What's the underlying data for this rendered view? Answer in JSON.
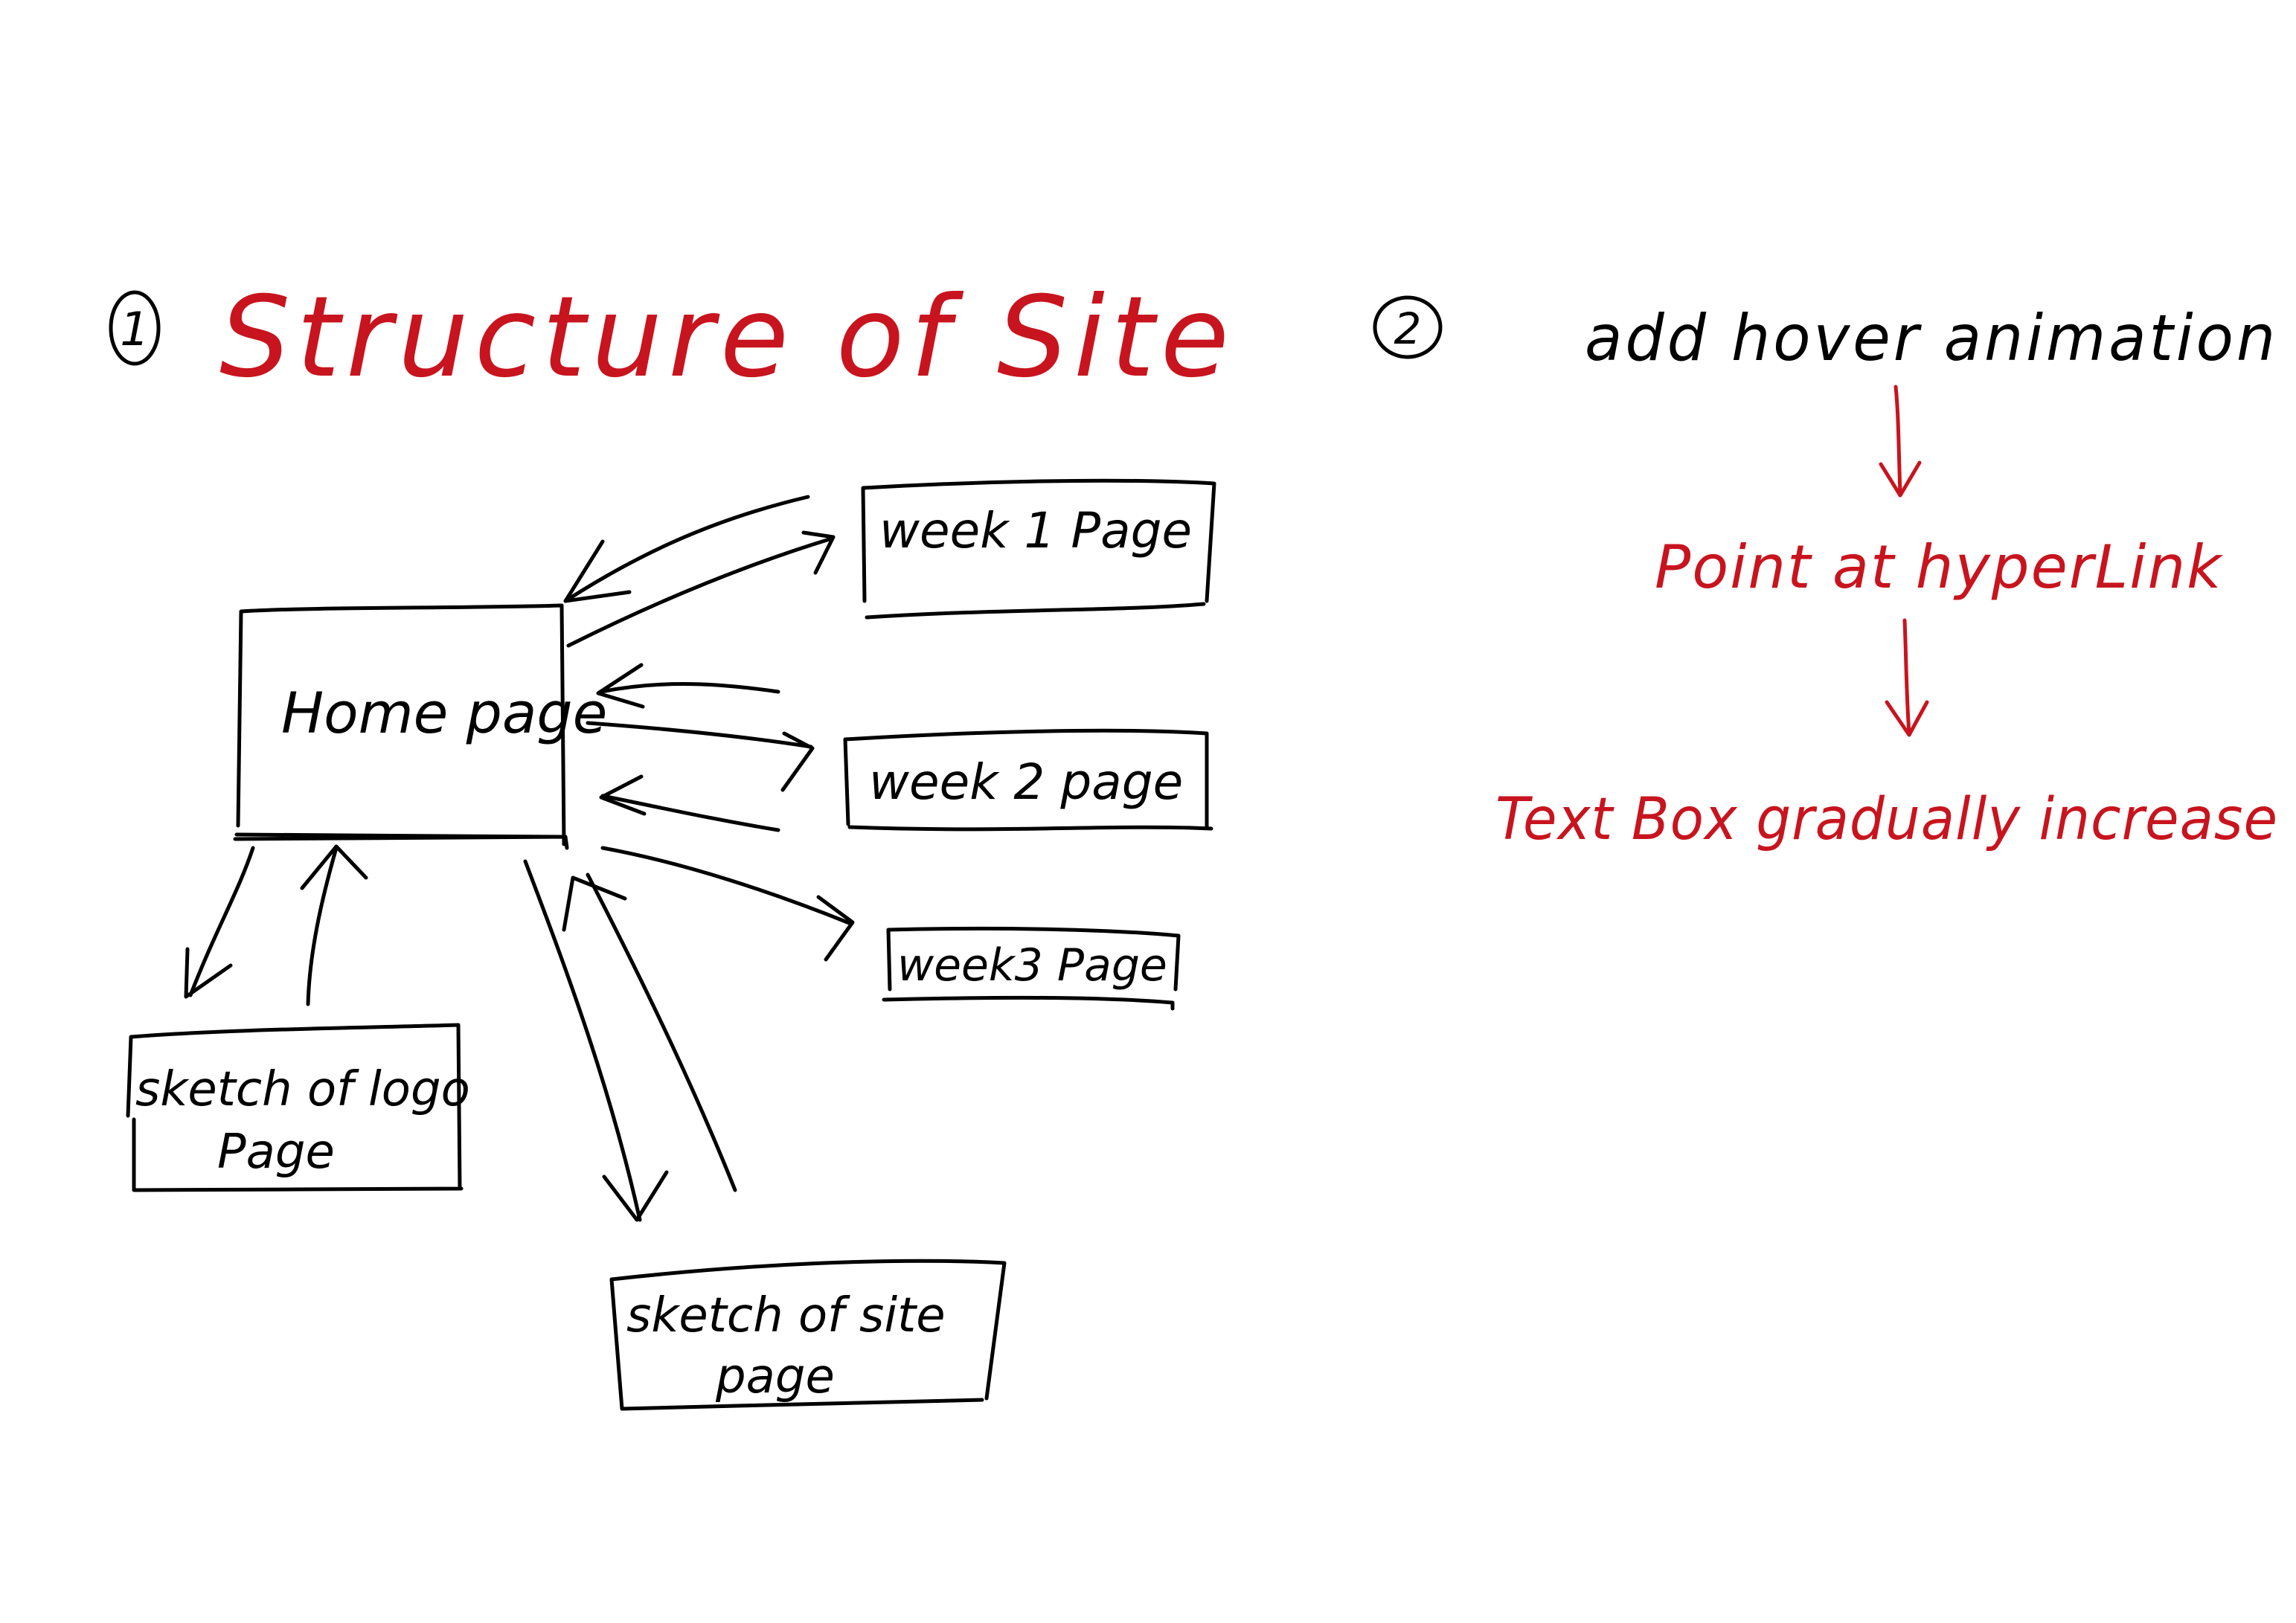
{
  "section1": {
    "number": "1",
    "title": "Structure of Site"
  },
  "nodes": {
    "home": "Home page",
    "week1": "week 1  Page",
    "week2": "week 2  page",
    "week3": "week3  Page",
    "logo_line1": "sketch of logo",
    "logo_line2": "Page",
    "site_line1": "sketch of  site",
    "site_line2": "page"
  },
  "section2": {
    "number": "2",
    "title": "add hover animation",
    "step1": "Point at hyperLink",
    "step2": "Text Box gradually increase"
  },
  "colors": {
    "ink": "#000000",
    "accent": "#c8141e",
    "background": "#ffffff"
  }
}
